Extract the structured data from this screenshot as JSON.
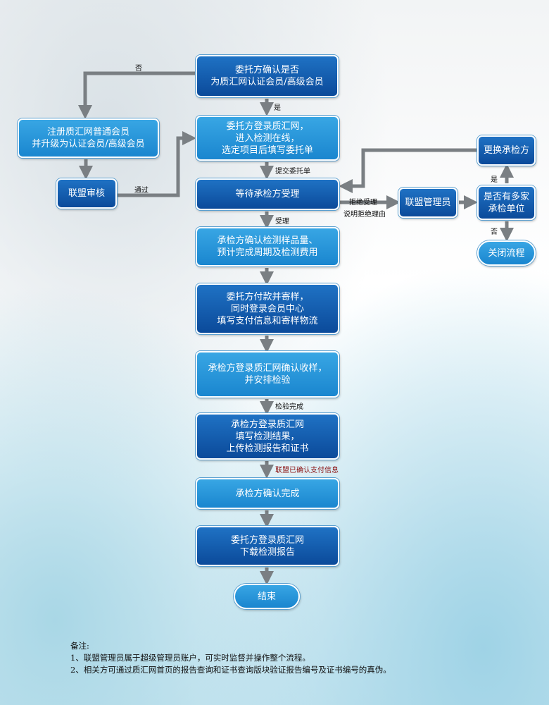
{
  "nodes": {
    "confirm_member": "委托方确认是否\n为质汇网认证会员/高级会员",
    "register": "注册质汇网普通会员\n并升级为认证会员/高级会员",
    "alliance_review": "联盟审核",
    "login_commission": "委托方登录质汇网，\n进入检测在线，\n选定项目后填写委托单",
    "wait_accept": "等待承检方受理",
    "alliance_admin": "联盟管理员",
    "multiple_units": "是否有多家\n承检单位",
    "change_inspector": "更换承检方",
    "close_flow": "关闭流程",
    "confirm_sample": "承检方确认检测样品量、\n预计完成周期及检测费用",
    "pay_send": "委托方付款并寄样，\n同时登录会员中心\n填写支付信息和寄样物流",
    "confirm_receive": "承检方登录质汇网确认收样，\n并安排检验",
    "fill_result": "承检方登录质汇网\n填写检测结果，\n上传检测报告和证书",
    "confirm_complete": "承检方确认完成",
    "download_report": "委托方登录质汇网\n下载检测报告",
    "end": "结束"
  },
  "labels": {
    "no_top": "否",
    "yes_1": "是",
    "pass": "通过",
    "submit": "提交委托单",
    "reject": "拒绝受理",
    "reject_reason": "说明拒绝理由",
    "accept": "受理",
    "yes_2": "是",
    "no_2": "否",
    "inspection_done": "检验完成",
    "payment_confirmed": "联盟已确认支付信息"
  },
  "notes": {
    "title": "备注:",
    "line1": "1、联盟管理员属于超级管理员账户，可实时监督并操作整个流程。",
    "line2": "2、相关方可通过质汇网首页的报告查询和证书查询版块验证报告编号及证书编号的真伪。"
  },
  "colors": {
    "dark_box": "#0b4a9a",
    "light_box": "#1a86cf",
    "arrow": "#7a7f83",
    "note_red": "#8b1111"
  }
}
